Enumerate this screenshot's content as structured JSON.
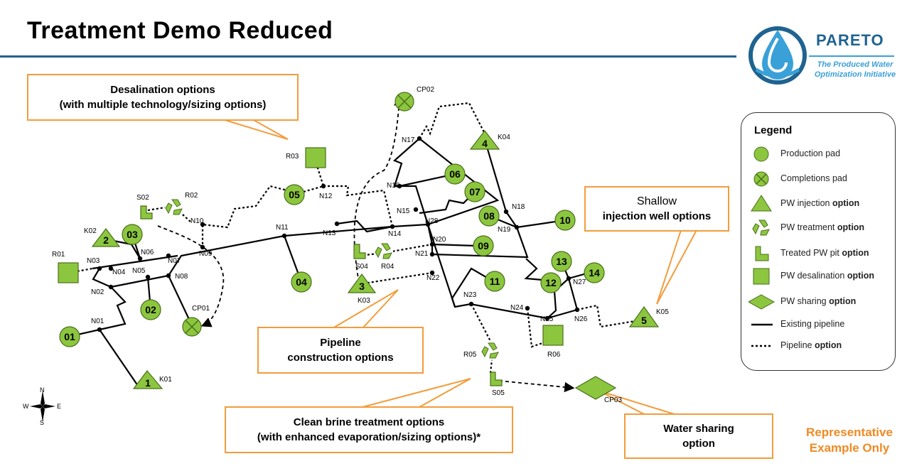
{
  "title": "Treatment Demo Reduced",
  "logo": {
    "brand": "PARETO",
    "tagline_1": "The Produced Water",
    "tagline_2": "Optimization Initiative"
  },
  "colors": {
    "node_fill": "#8cc63f",
    "node_stroke": "#4a6f1a",
    "accent": "#f39c3c",
    "rule": "#1f6391",
    "rep_text": "#f08a24"
  },
  "callouts": {
    "desalination": {
      "line1": "Desalination options",
      "line2": "(with multiple technology/sizing options)"
    },
    "pipeline": {
      "line1": "Pipeline",
      "line2": "construction options"
    },
    "brine": {
      "line1": "Clean brine treatment options",
      "line2": "(with enhanced evaporation/sizing options)*"
    },
    "water_sharing": {
      "line1": "Water sharing",
      "line2": "option"
    },
    "shallow": {
      "line1": "Shallow",
      "line2": "injection well options"
    }
  },
  "legend": {
    "title": "Legend",
    "items": [
      {
        "icon": "production-pad-icon",
        "text": "Production pad",
        "bold": ""
      },
      {
        "icon": "completions-pad-icon",
        "text": "Completions pad",
        "bold": ""
      },
      {
        "icon": "injection-triangle-icon",
        "text": "PW injection ",
        "bold": "option"
      },
      {
        "icon": "recycle-icon",
        "text": "PW treatment ",
        "bold": "option"
      },
      {
        "icon": "pit-icon",
        "text": "Treated PW pit ",
        "bold": "option"
      },
      {
        "icon": "desalination-square-icon",
        "text": "PW desalination ",
        "bold": "option"
      },
      {
        "icon": "diamond-icon",
        "text": "PW sharing ",
        "bold": "option"
      },
      {
        "icon": "solid-line-icon",
        "text": "Existing pipeline",
        "bold": ""
      },
      {
        "icon": "dotted-line-icon",
        "text": "Pipeline ",
        "bold": "option"
      }
    ]
  },
  "representative": {
    "line1": "Representative",
    "line2": "Example Only"
  },
  "compass": {
    "n": "N",
    "s": "S",
    "e": "E",
    "w": "W"
  },
  "production_pads": [
    {
      "label": "01"
    },
    {
      "label": "02"
    },
    {
      "label": "03"
    },
    {
      "label": "04"
    },
    {
      "label": "05"
    },
    {
      "label": "06"
    },
    {
      "label": "07"
    },
    {
      "label": "08"
    },
    {
      "label": "09"
    },
    {
      "label": "10"
    },
    {
      "label": "11"
    },
    {
      "label": "12"
    },
    {
      "label": "13"
    },
    {
      "label": "14"
    }
  ],
  "completions_pads": [
    "CP01",
    "CP02",
    "CP03"
  ],
  "injection_wells": [
    {
      "label": "1",
      "id": "K01"
    },
    {
      "label": "2",
      "id": "K02"
    },
    {
      "label": "3",
      "id": "K03"
    },
    {
      "label": "4",
      "id": "K04"
    },
    {
      "label": "5",
      "id": "K05"
    }
  ],
  "treatment_sites": [
    "R02",
    "R04",
    "R05"
  ],
  "desalination_sites": [
    "R01",
    "R03",
    "R06"
  ],
  "storage_pits": [
    "S02",
    "S04",
    "S05"
  ],
  "nodes": [
    "N01",
    "N02",
    "N03",
    "N04",
    "N05",
    "N06",
    "N07",
    "N08",
    "N09",
    "N10",
    "N11",
    "N12",
    "N13",
    "N14",
    "N15",
    "N16",
    "N17",
    "N18",
    "N19",
    "N20",
    "N21",
    "N22",
    "N23",
    "N24",
    "N25",
    "N26",
    "N27",
    "N28"
  ]
}
